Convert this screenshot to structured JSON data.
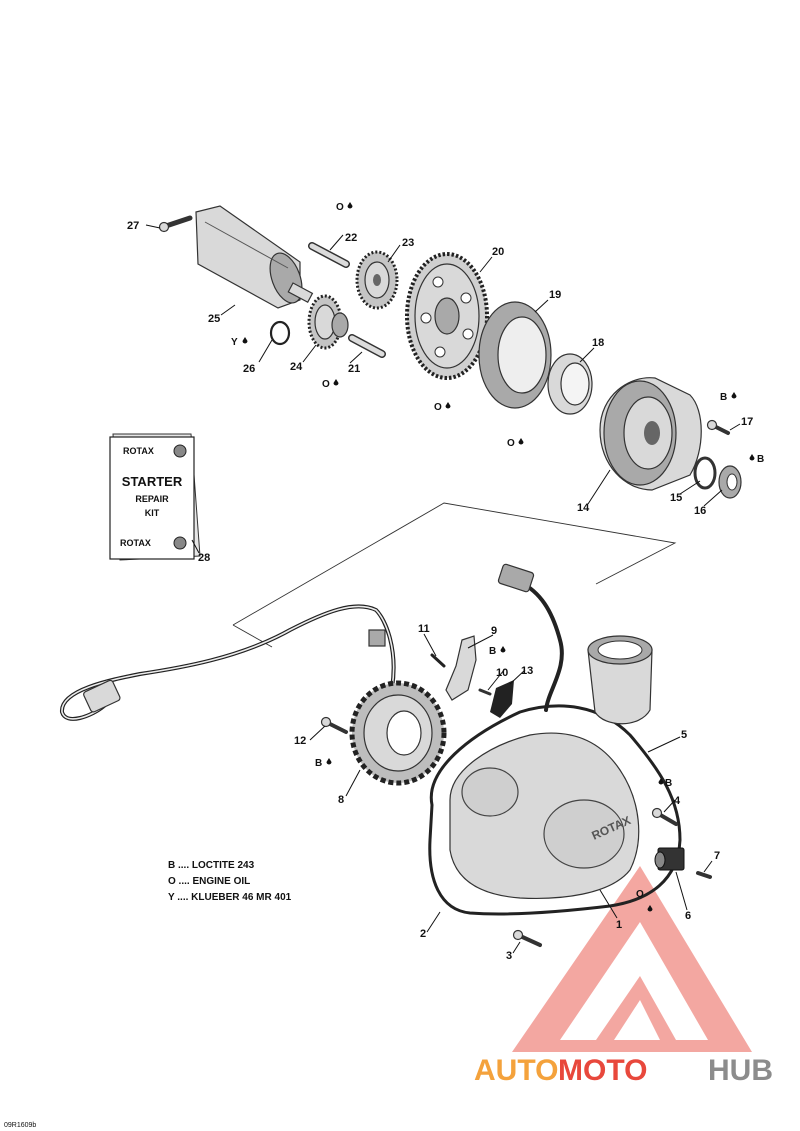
{
  "figure_code": "09R1609b",
  "callouts": {
    "c1": "1",
    "c2": "2",
    "c3": "3",
    "c4": "4",
    "c5": "5",
    "c6": "6",
    "c7": "7",
    "c8": "8",
    "c9": "9",
    "c10": "10",
    "c11": "11",
    "c12": "12",
    "c13": "13",
    "c14": "14",
    "c15": "15",
    "c16": "16",
    "c17": "17",
    "c18": "18",
    "c19": "19",
    "c20": "20",
    "c21": "21",
    "c22": "22",
    "c23": "23",
    "c24": "24",
    "c25": "25",
    "c26": "26",
    "c27": "27",
    "c28": "28"
  },
  "symbols": {
    "loctite": "B",
    "oil": "O",
    "grease": "Y"
  },
  "legend": [
    {
      "code": "B",
      "text": "B .... LOCTITE 243"
    },
    {
      "code": "O",
      "text": "O .... ENGINE OIL"
    },
    {
      "code": "Y",
      "text": "Y .... KLUEBER 46 MR 401"
    }
  ],
  "kit_card": {
    "brand_top": "ROTAX",
    "line1": "STARTER",
    "line2": "REPAIR",
    "line3": "KIT",
    "brand_bottom": "ROTAX"
  },
  "cover_brand": "ROTAX",
  "watermark": {
    "part1": "AUTO",
    "part2": "MOTO",
    "part3": "HUB"
  },
  "colors": {
    "watermark_red": "#e8483c",
    "watermark_orange": "#f4a23c",
    "watermark_gray": "#8c8c8c",
    "line": "#111111"
  }
}
